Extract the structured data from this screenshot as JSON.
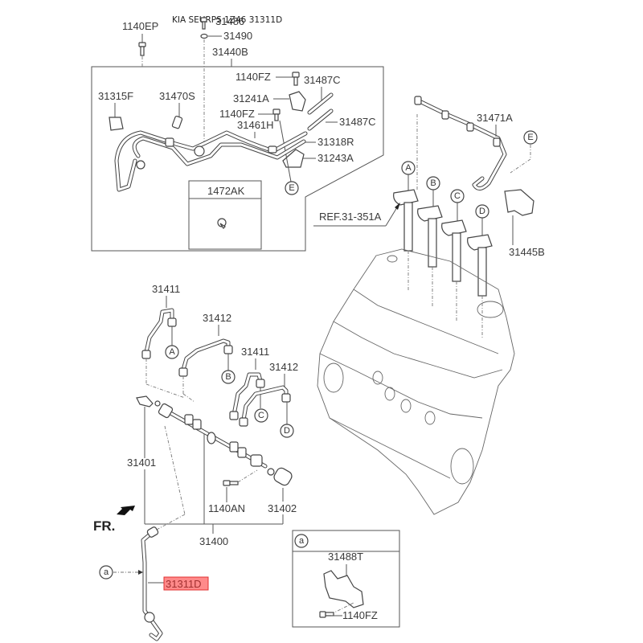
{
  "header": {
    "title": "KIA SEURPS 1Z46 31311D"
  },
  "highlight": {
    "part_number": "31311D",
    "fill": "#ff8a8a",
    "border": "#e03030"
  },
  "top_box": {
    "outside_labels": [
      "1140EP",
      "31486",
      "31490",
      "31440B"
    ],
    "labels": {
      "p1140fz_a": "1140FZ",
      "p31487c_a": "31487C",
      "p31241a": "31241A",
      "p31315f": "31315F",
      "p31470s": "31470S",
      "p1140fz_b": "1140FZ",
      "p31461h": "31461H",
      "p31487c_b": "31487C",
      "p31318r": "31318R",
      "p31243a": "31243A",
      "callout_e": "E"
    },
    "inset": {
      "label": "1472AK"
    }
  },
  "injectors": {
    "rail_label": "31471A",
    "bracket_label": "31445B",
    "ref_label": "REF.31-351A",
    "callouts": [
      "A",
      "B",
      "C",
      "D",
      "E"
    ]
  },
  "fuel_rail": {
    "labels": {
      "pipe_1a": "31411",
      "pipe_2b": "31412",
      "pipe_1c": "31411",
      "pipe_2d": "31412",
      "sensor": "31401",
      "bolt": "1140AN",
      "valve": "31402",
      "assembly": "31400"
    },
    "callouts": [
      "A",
      "B",
      "C",
      "D"
    ]
  },
  "front_indicator": {
    "label": "FR."
  },
  "return_pipe": {
    "label": "31311D",
    "callout": "a"
  },
  "detail_box": {
    "callout": "a",
    "bracket_label": "31488T",
    "bolt_label": "1140FZ"
  }
}
